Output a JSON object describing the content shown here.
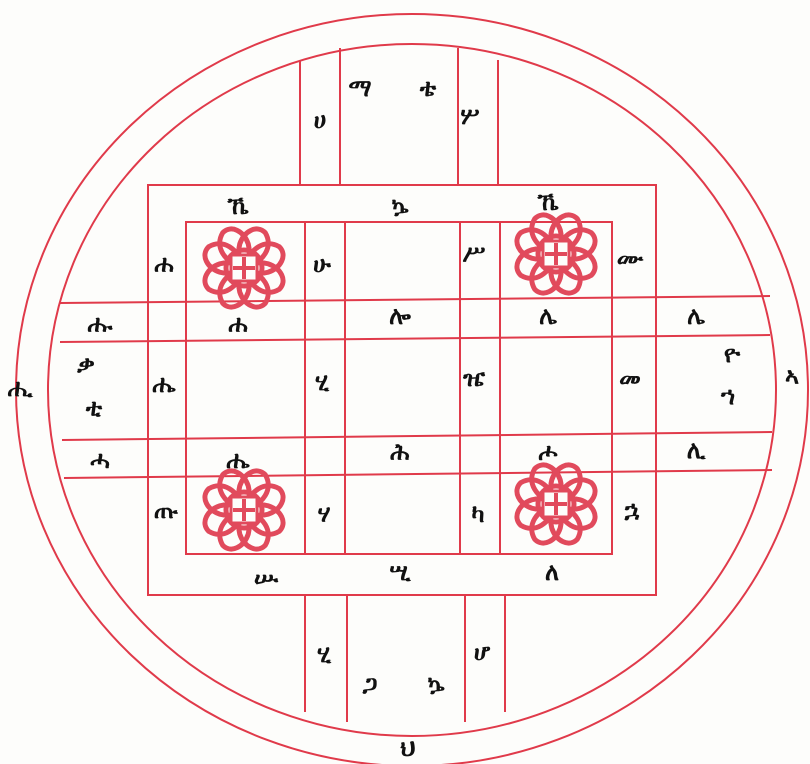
{
  "colors": {
    "line": "#e03a4a",
    "knot": "#e14a5c",
    "ink": "#111111",
    "paper": "#fdfdfb"
  },
  "labels": {
    "top_col_left": "ሀ",
    "top_mid_1": "ማ",
    "top_mid_2": "ቴ",
    "top_col_right": "ሦ",
    "upper_left_top": "ኼ",
    "upper_mid_top": "ኴ",
    "upper_right_top": "ኼ",
    "upper_left_side": "ሐ",
    "upper_mid_left": "ሁ",
    "upper_mid_right": "ሥ",
    "upper_right_side": "ሙ",
    "row1_far_left": "ሑ",
    "row1_left": "ሐ",
    "row1_mid": "ሎ",
    "row1_right": "ሌ",
    "row1_far_right": "ሌ",
    "outer_left": "ሒ",
    "far_left_1": "ቃ",
    "far_left_2": "ቲ",
    "mid_left_side": "ሔ",
    "center_left": "ሂ",
    "center_right": "ዤ",
    "mid_right_side": "መ",
    "far_right_1": "ዮ",
    "far_right_2": "ኀ",
    "outer_right": "ኣ",
    "row2_far_left": "ሓ",
    "row2_left": "ሔ",
    "row2_mid": "ሕ",
    "row2_right": "ሖ",
    "row2_far_right": "ሊ",
    "lower_left_side": "ጡ",
    "lower_mid_left": "ሃ",
    "lower_mid_right": "ካ",
    "lower_right_side": "ኋ",
    "lower_left_bottom": "ሡ",
    "lower_mid_bottom": "ሢ",
    "lower_right_bottom": "ለ",
    "bottom_col_left": "ሂ",
    "bottom_mid_1": "ጋ",
    "bottom_mid_2": "ኴ",
    "bottom_col_right": "ሆ",
    "outer_bottom": "ህ"
  }
}
